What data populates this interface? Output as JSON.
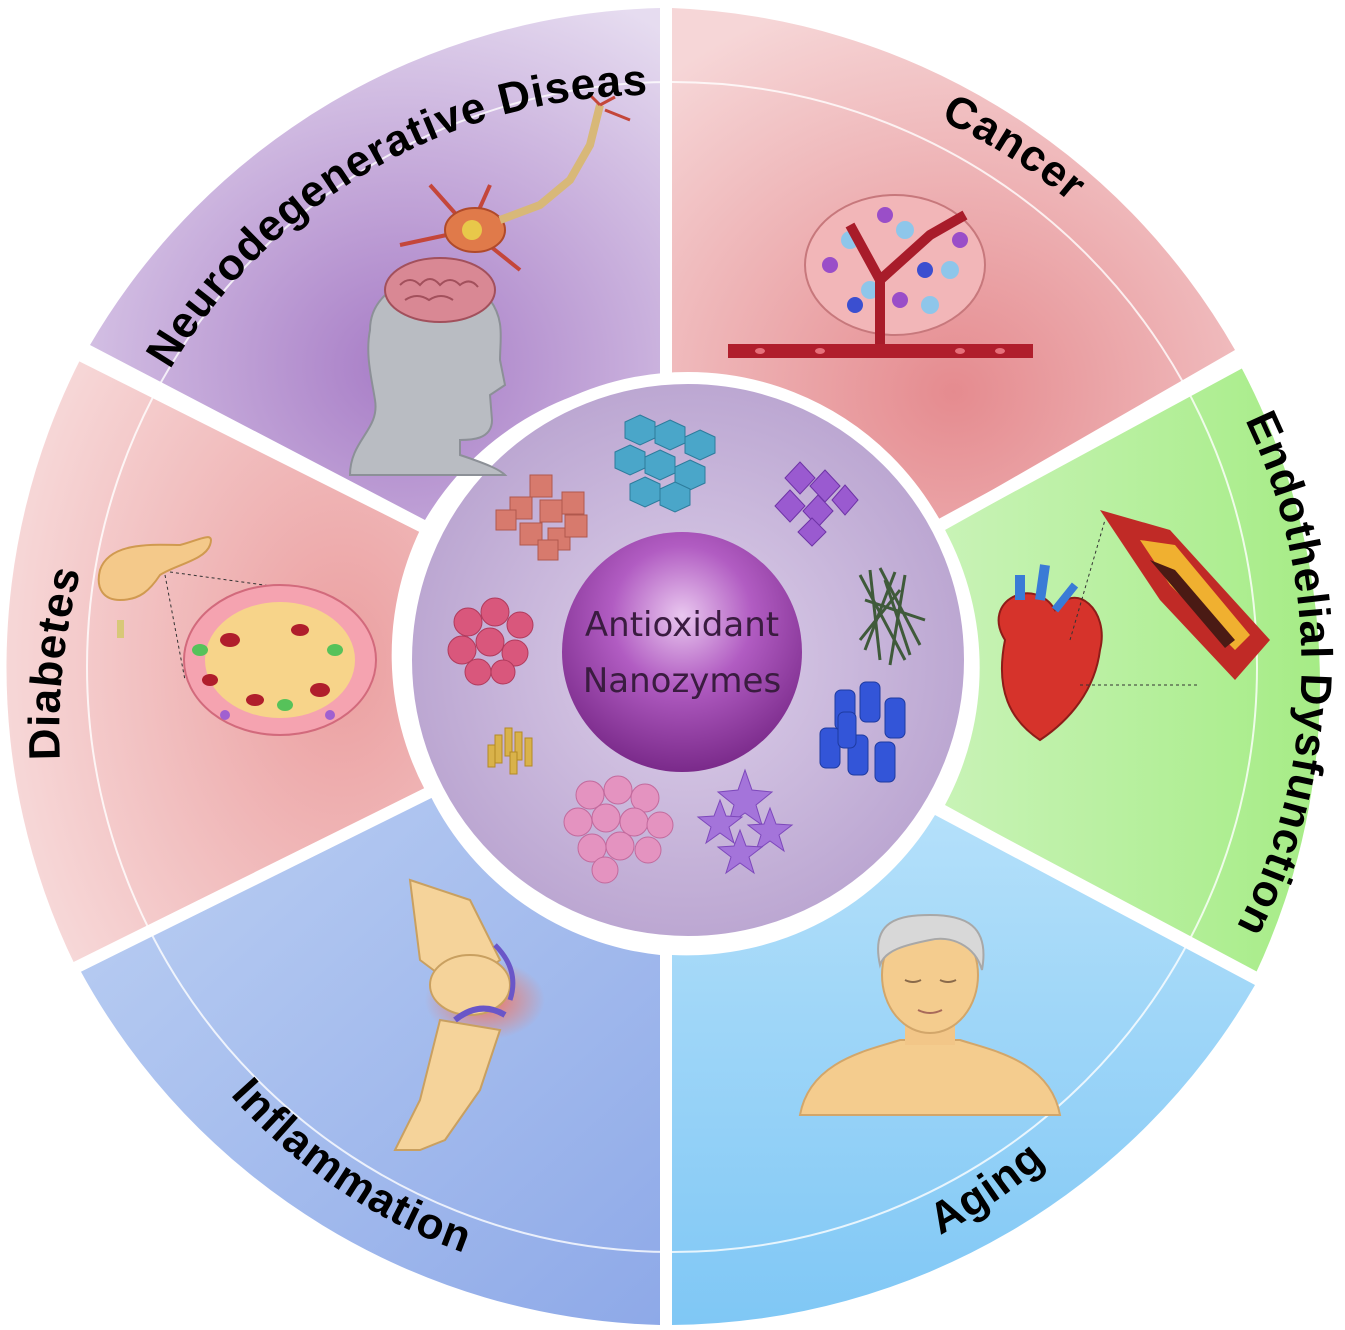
{
  "center": {
    "line1": "Antioxidant",
    "line2": "Nanozymes"
  },
  "segments": [
    {
      "id": "neuro",
      "label": "Neurodegenerative Disease",
      "color": "#b99ad0",
      "icon": "brain-head-neuron-icon"
    },
    {
      "id": "cancer",
      "label": "Cancer",
      "color": "#e89a9c",
      "icon": "tumor-vessel-icon"
    },
    {
      "id": "endo",
      "label": "Endothelial Dysfunction",
      "color": "#b9f0a4",
      "icon": "heart-artery-icon"
    },
    {
      "id": "aging",
      "label": "Aging",
      "color": "#8fd0f5",
      "icon": "elderly-woman-icon"
    },
    {
      "id": "inflam",
      "label": "Inflammation",
      "color": "#93acec",
      "icon": "knee-joint-icon"
    },
    {
      "id": "diabetes",
      "label": "Diabetes",
      "color": "#eea6a6",
      "icon": "pancreas-islet-icon"
    }
  ],
  "nanozymes": [
    "cube-cluster-icon",
    "hexagon-cluster-icon",
    "octahedron-cluster-icon",
    "nanowire-bundle-icon",
    "cylinder-cluster-icon",
    "star-cluster-icon",
    "sphere-cluster-pink-icon",
    "nanorod-cluster-icon",
    "sphere-cluster-red-icon"
  ],
  "colors": {
    "divider": "#ffffff",
    "center_sphere": "#a34bb3",
    "inner_disc": "#cdb6dd"
  }
}
